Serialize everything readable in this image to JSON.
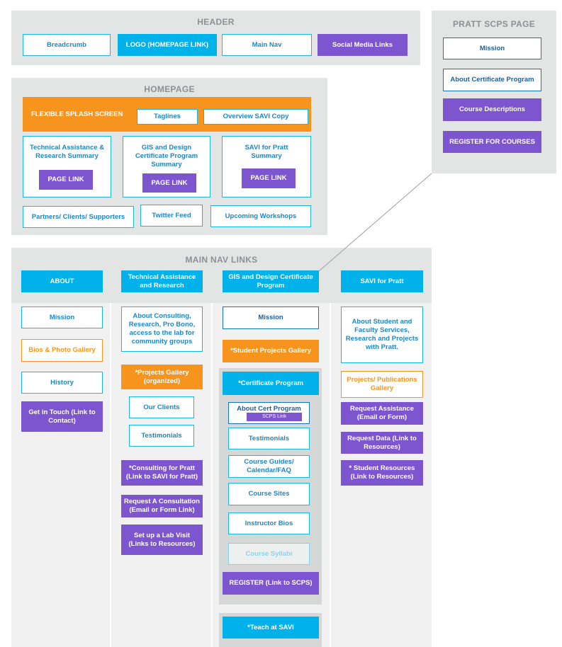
{
  "header": {
    "title": "HEADER",
    "breadcrumb": "Breadcrumb",
    "logo": "LOGO (HOMEPAGE LINK)",
    "main_nav": "Main Nav",
    "social": "Social Media Links"
  },
  "pratt": {
    "title": "PRATT SCPS PAGE",
    "items": [
      "Mission",
      "About Certificate Program",
      "Course Descriptions",
      "REGISTER FOR COURSES"
    ]
  },
  "homepage": {
    "title": "HOMEPAGE",
    "splash": "FLEXIBLE SPLASH SCREEN",
    "taglines": "Taglines",
    "overview": "Overview SAVI Copy",
    "summaries": [
      "Technical Assistance & Research Summary",
      "GIS and Design Certificate Program Summary",
      "SAVI for Pratt Summary"
    ],
    "page_link": "PAGE LINK",
    "partners": "Partners/ Clients/ Supporters",
    "twitter": "Twitter Feed",
    "workshops": "Upcoming Workshops"
  },
  "mainnav": {
    "title": "MAIN NAV LINKS",
    "about": {
      "head": "ABOUT",
      "items": [
        "Mission",
        "Bios & Photo Gallery",
        "History",
        "Get in Touch (Link to Contact)"
      ]
    },
    "tech": {
      "head": "Technical Assistance and Research",
      "items": [
        "About Consulting, Research, Pro Bono, access to the lab for community groups",
        "*Projects Gallery (organized)",
        "Our Clients",
        "Testimonials",
        "*Consulting for Pratt (Link to SAVI for Pratt)",
        "Request A Consultation (Email or Form Link)",
        "Set up a Lab Visit (Links to Resources)"
      ]
    },
    "gis": {
      "head": "GIS and Design Certificate Program",
      "mission": "Mission",
      "student_projects": "*Student Projects Gallery",
      "cert_program": "*Certificate Program",
      "about_cert": "About Cert Program",
      "scps_link": "SCPS Link",
      "cert_items": [
        "Testimonials",
        "Course Guides/ Calendar/FAQ",
        "Course Sites",
        "Instructor Bios",
        "Course Syllabi"
      ],
      "register": "REGISTER (Link to SCPS)",
      "teach": "*Teach at SAVI"
    },
    "savi": {
      "head": "SAVI for Pratt",
      "items": [
        "About Student and Faculty Services, Research and Projects with Pratt.",
        "Projects/ Publications Gallery",
        "Request Assistance (Email or Form)",
        "Request Data (Link to Resources)",
        "* Student Resources (Link to Resources)"
      ]
    }
  },
  "colors": {
    "cyan": "#00b2e9",
    "orange": "#f7941d",
    "purple": "#7d55cf",
    "panel_gray": "#e3e4e4"
  }
}
